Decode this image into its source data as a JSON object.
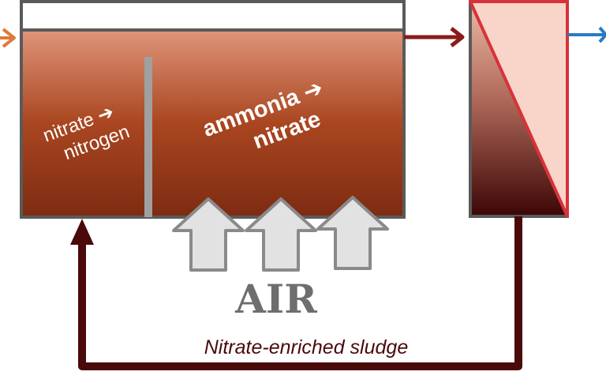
{
  "diagram": {
    "anoxic_zone": {
      "line1": "nitrate ➔",
      "line2": "nitrogen"
    },
    "aerobic_zone": {
      "line1": "ammonia ➔",
      "line2": "nitrate"
    },
    "air_label": "AIR",
    "recycle_label": "Nitrate-enriched sludge",
    "colors": {
      "sludge_top": "#e0957a",
      "sludge_mid": "#a94620",
      "sludge_bottom": "#7d2b12",
      "tank_outline": "#5a5a5a",
      "divider": "#a0a0a0",
      "inflow_arrow": "#e07a3a",
      "effluent_arrow": "#2a7bc4",
      "transfer_arrow": "#8b1a1a",
      "recycle_line": "#4a0a0a",
      "membrane_fill": "#f8d5c8",
      "membrane_outline": "#d8323a",
      "air_arrow_fill": "#e2e2e2",
      "air_arrow_stroke": "#8a8a8a"
    }
  }
}
